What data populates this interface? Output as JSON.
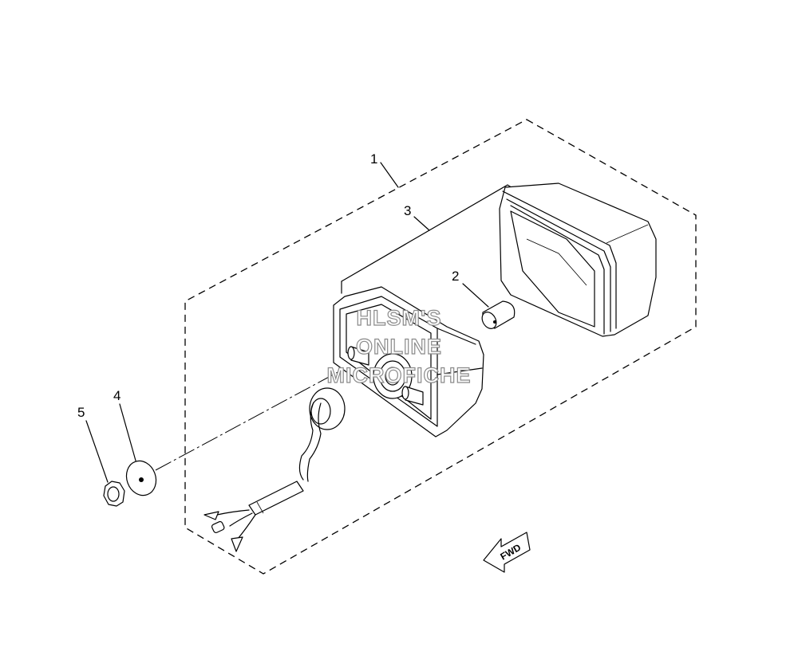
{
  "diagram": {
    "callouts": [
      {
        "id": "callout-1",
        "label": "1"
      },
      {
        "id": "callout-2",
        "label": "2"
      },
      {
        "id": "callout-3",
        "label": "3"
      },
      {
        "id": "callout-4",
        "label": "4"
      },
      {
        "id": "callout-5",
        "label": "5"
      }
    ],
    "watermark": [
      "HLSM'S",
      "ONLINE",
      "MICROFICHE"
    ],
    "direction_arrow": {
      "label": "FWD"
    }
  }
}
